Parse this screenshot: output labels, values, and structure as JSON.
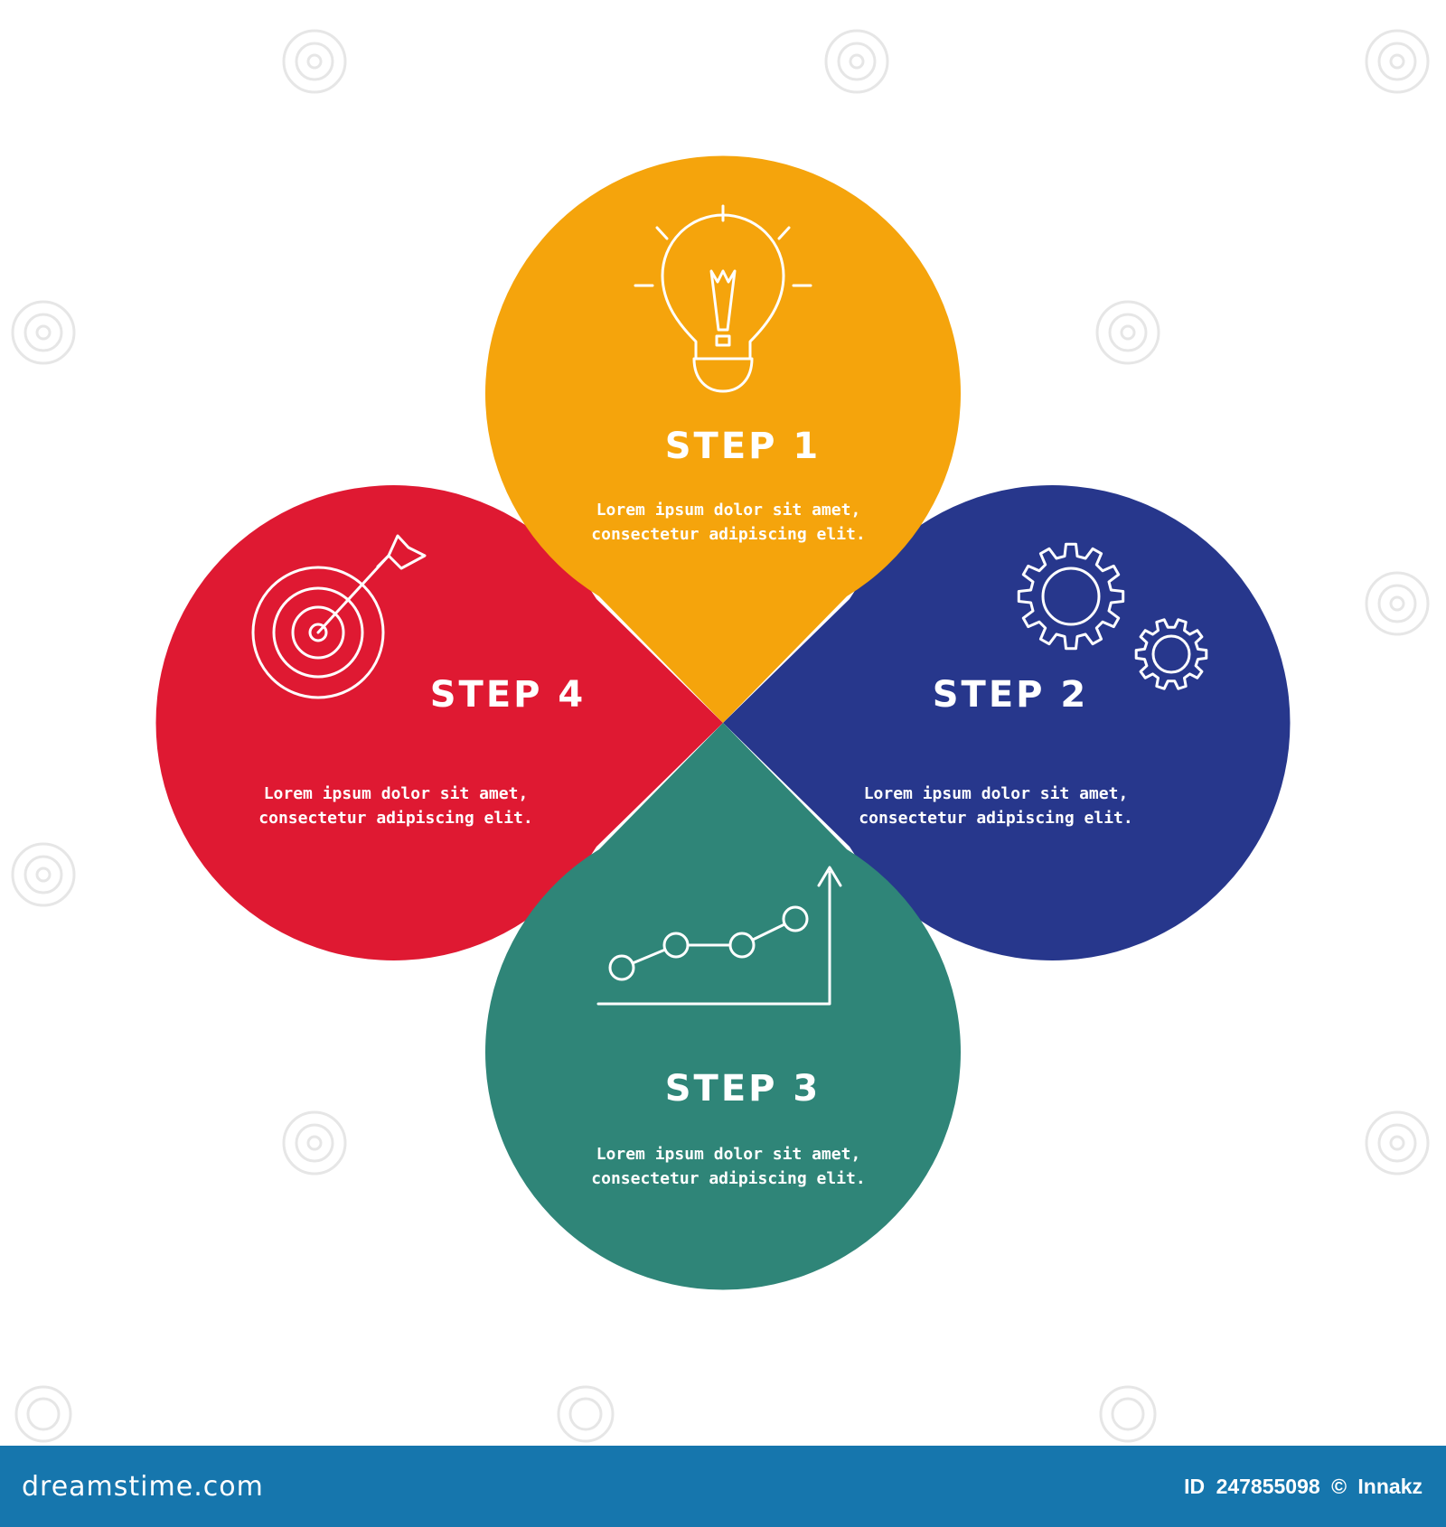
{
  "colors": {
    "step1": "#f5a40c",
    "step2": "#27378c",
    "step3": "#2f8578",
    "step4": "#df1932",
    "footer": "#1676ad"
  },
  "steps": [
    {
      "title": "STEP 1",
      "line1": "Lorem ipsum dolor sit amet,",
      "line2": "consectetur adipiscing elit.",
      "icon": "lightbulb-icon"
    },
    {
      "title": "STEP 2",
      "line1": "Lorem ipsum dolor sit amet,",
      "line2": "consectetur adipiscing elit.",
      "icon": "gears-icon"
    },
    {
      "title": "STEP 3",
      "line1": "Lorem ipsum dolor sit amet,",
      "line2": "consectetur adipiscing elit.",
      "icon": "growth-chart-icon"
    },
    {
      "title": "STEP 4",
      "line1": "Lorem ipsum dolor sit amet,",
      "line2": "consectetur adipiscing elit.",
      "icon": "target-arrow-icon"
    }
  ],
  "footer": {
    "logo": "dreamstime.com",
    "id_label": "ID",
    "id_value": "247855098",
    "author": "Innakz"
  }
}
